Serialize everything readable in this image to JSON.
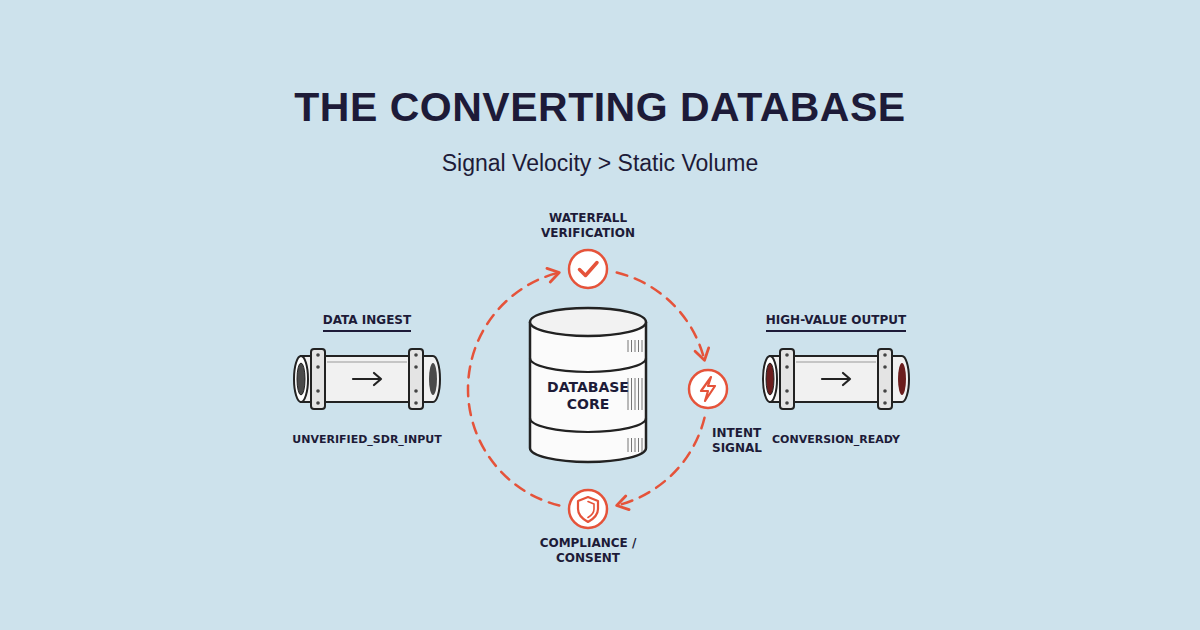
{
  "diagram": {
    "title": "THE CONVERTING DATABASE",
    "nodes": [
      {
        "text": [
          "WATERFALL VERIFICATION"
        ]
      },
      {
        "text": [
          "DATA INGEST",
          "UNVERIFIED_SDR_INPUT"
        ]
      },
      {
        "text": [
          "DATABASE CORE"
        ]
      },
      {
        "text": [
          "INTENT SIGNAL"
        ]
      },
      {
        "text": [
          "HIGH-VALUE OUTPUT",
          "CONVERSION_READY"
        ]
      },
      {
        "text": [
          "COMPLIANCE / CONSENT"
        ]
      }
    ],
    "edges": [
      {
        "from": 0,
        "to": 3,
        "arrow": "to"
      },
      {
        "from": 3,
        "to": 5,
        "arrow": "to"
      },
      {
        "from": 5,
        "to": 0,
        "arrow": "to"
      }
    ],
    "labels": [
      "Signal Velocity > Static Volume"
    ]
  }
}
